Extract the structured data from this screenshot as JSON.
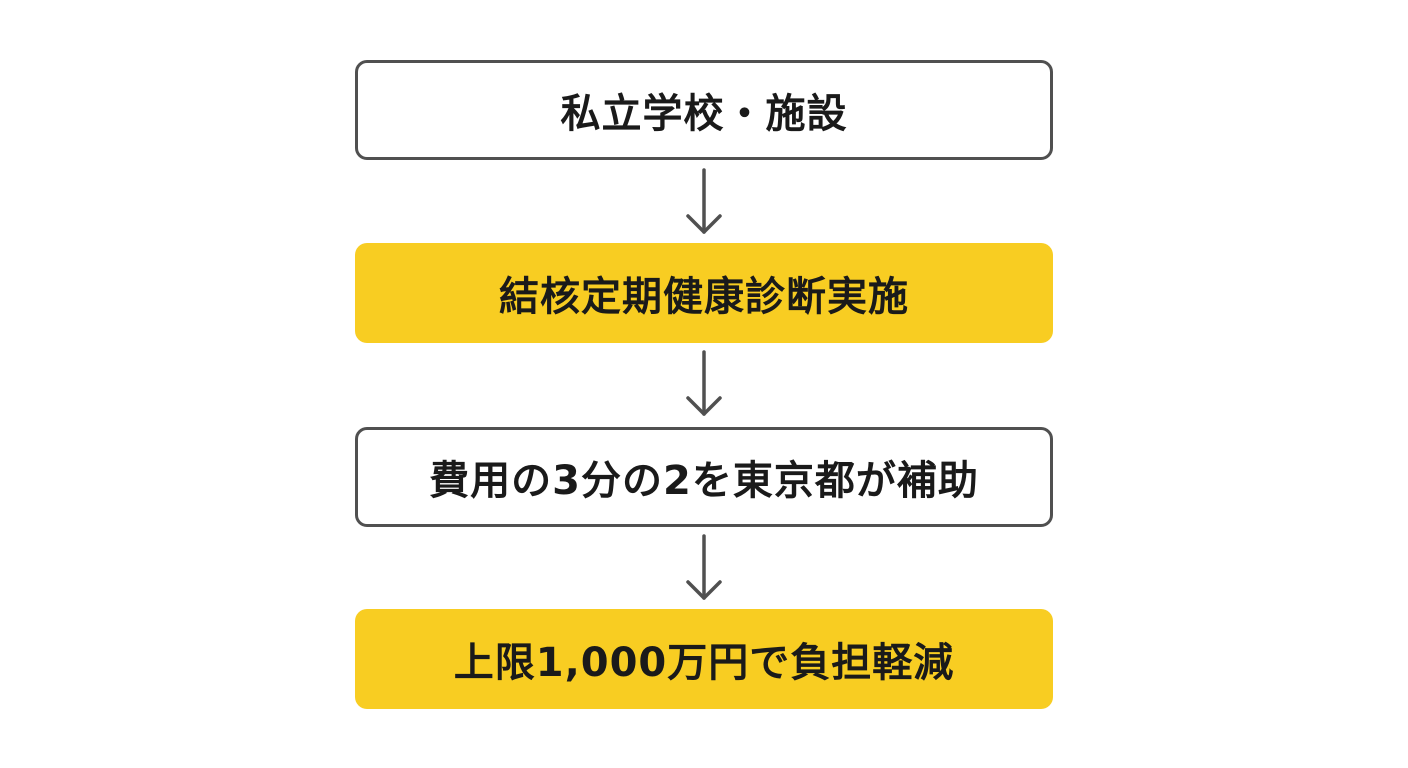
{
  "flow": {
    "steps": [
      {
        "label": "私立学校・施設",
        "style": "outline"
      },
      {
        "label": "結核定期健康診断実施",
        "style": "filled"
      },
      {
        "label": "費用の3分の2を東京都が補助",
        "style": "outline"
      },
      {
        "label": "上限1,000万円で負担軽減",
        "style": "filled"
      }
    ],
    "colors": {
      "accent_fill": "#f8cd22",
      "outline": "#505050",
      "arrow": "#505050",
      "text": "#1a1a1a"
    }
  }
}
